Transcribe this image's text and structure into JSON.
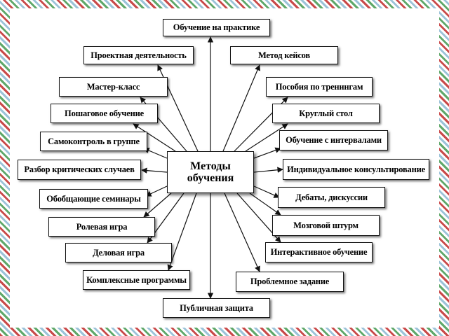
{
  "center": {
    "line1": "Методы",
    "line2": "обучения"
  },
  "nodes": [
    {
      "id": "praktika",
      "label": "Обучение на практике"
    },
    {
      "id": "proekt",
      "label": "Проектная деятельность"
    },
    {
      "id": "keys",
      "label": "Метод кейсов"
    },
    {
      "id": "master",
      "label": "Мастер-класс"
    },
    {
      "id": "posobiya",
      "label": "Пособия по тренингам"
    },
    {
      "id": "poshag",
      "label": "Пошаговое обучение"
    },
    {
      "id": "krugly",
      "label": "Круглый стол"
    },
    {
      "id": "samokontrol",
      "label": "Самоконтроль в группе"
    },
    {
      "id": "intervaly",
      "label": "Обучение с интервалами"
    },
    {
      "id": "razbor",
      "label": "Разбор критических случаев"
    },
    {
      "id": "individ",
      "label": "Индивидуальное консультирование"
    },
    {
      "id": "obobsh",
      "label": "Обобщающие семинары"
    },
    {
      "id": "debaty",
      "label": "Дебаты, дискуссии"
    },
    {
      "id": "rolevaya",
      "label": "Ролевая игра"
    },
    {
      "id": "mozgovoy",
      "label": "Мозговой штурм"
    },
    {
      "id": "delovaya",
      "label": "Деловая игра"
    },
    {
      "id": "interaktiv",
      "label": "Интерактивное обучение"
    },
    {
      "id": "kompleks",
      "label": "Комплексные программы"
    },
    {
      "id": "problem",
      "label": "Проблемное задание"
    },
    {
      "id": "publichnaya",
      "label": "Публичная защита"
    }
  ]
}
